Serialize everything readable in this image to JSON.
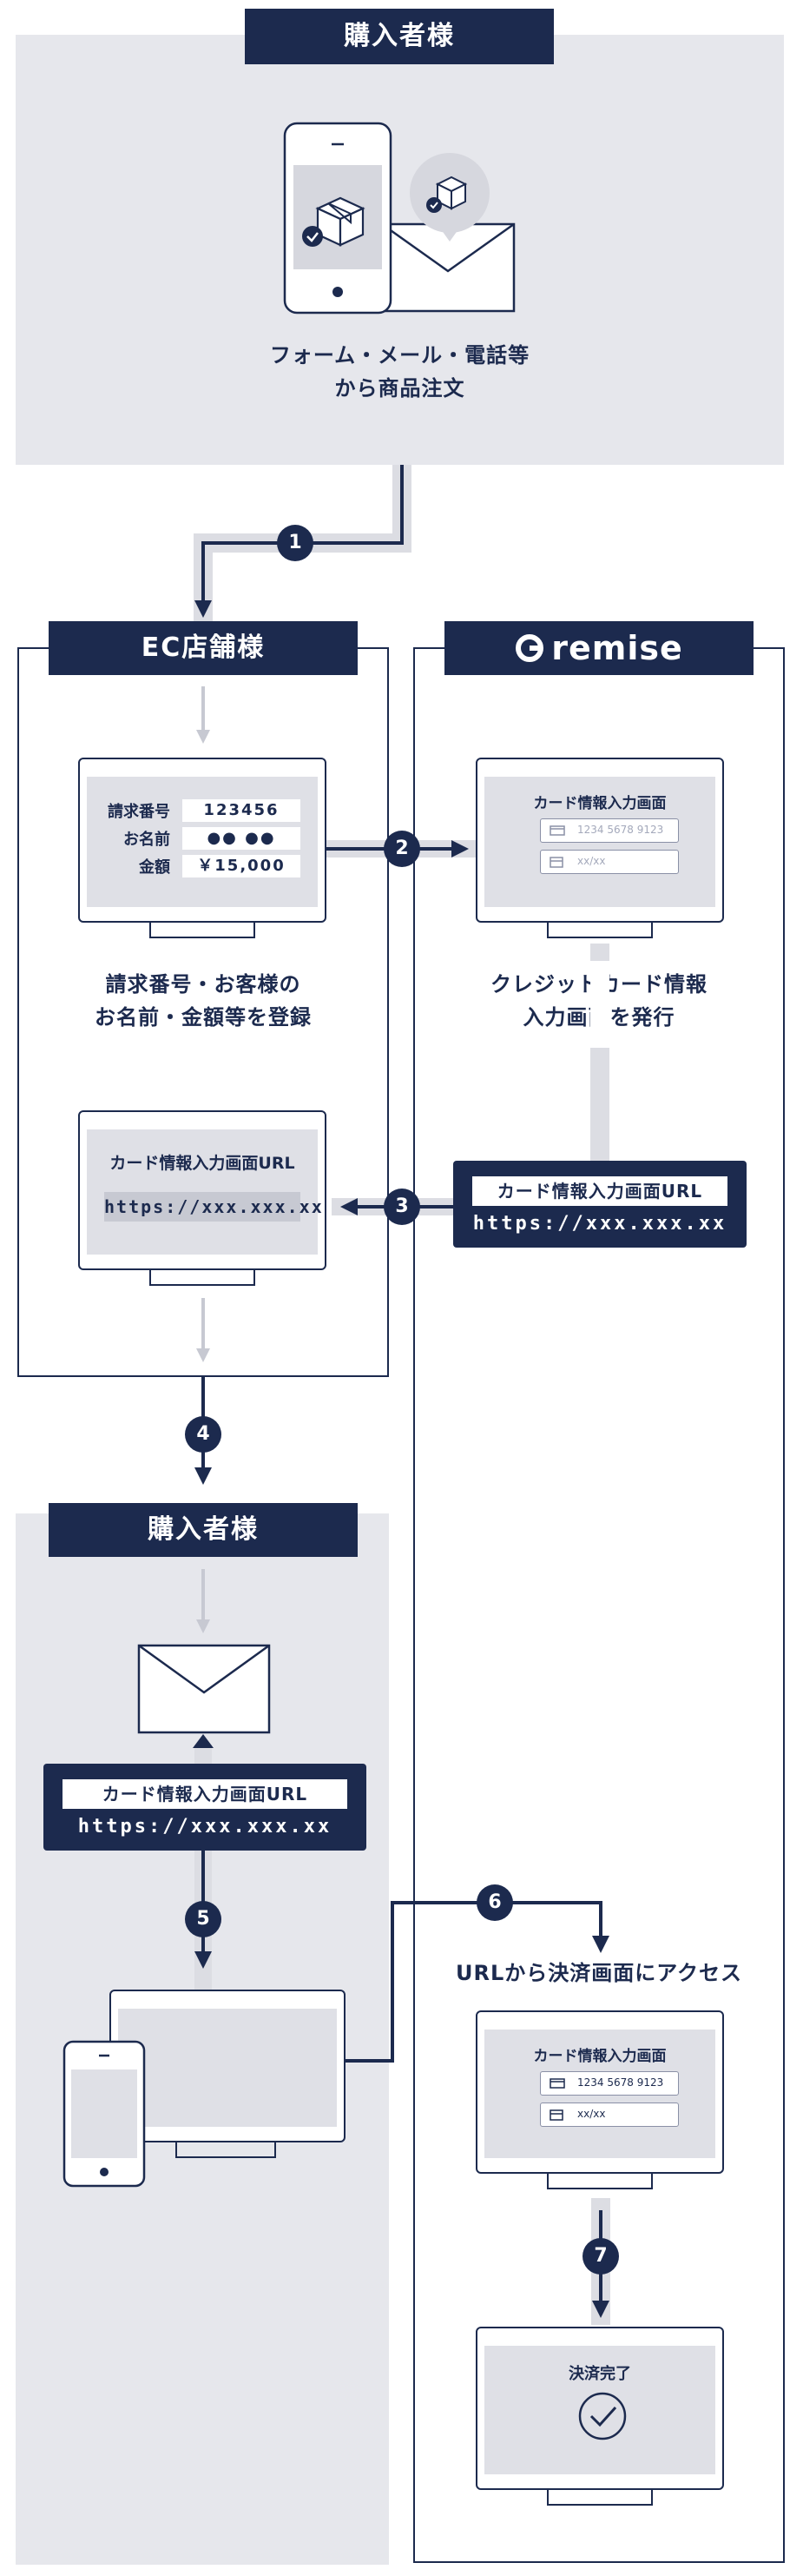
{
  "buyer_top": {
    "label": "購入者様",
    "caption_line1": "フォーム・メール・電話等",
    "caption_line2": "から商品注文"
  },
  "ec_store": {
    "label": "EC店舗様",
    "form": {
      "rows": [
        {
          "key": "請求番号",
          "value": "123456"
        },
        {
          "key": "お名前",
          "value": "●● ●●"
        },
        {
          "key": "金額",
          "value": "￥15,000"
        }
      ]
    },
    "caption_line1": "請求番号・お客様の",
    "caption_line2": "お名前・金額等を登録",
    "url_screen": {
      "title": "カード情報入力画面URL",
      "url": "https://xxx.xxx.xx"
    }
  },
  "remise": {
    "logo_text": "remise",
    "card_screen": {
      "title": "カード情報入力画面",
      "card_number_placeholder": "1234 5678 9123",
      "expiry_placeholder": "xx/xx"
    },
    "caption_line1": "クレジットカード情報",
    "caption_line2": "入力画面を発行",
    "url_panel": {
      "label": "カード情報入力画面URL",
      "url": "https://xxx.xxx.xx"
    }
  },
  "buyer_bottom": {
    "label": "購入者様",
    "url_panel": {
      "label": "カード情報入力画面URL",
      "url": "https://xxx.xxx.xx"
    }
  },
  "access": {
    "caption": "URLから決済画面にアクセス",
    "card_screen": {
      "title": "カード情報入力画面",
      "card_number": "1234 5678 9123",
      "expiry": "xx/xx"
    },
    "complete_screen": {
      "title": "決済完了"
    }
  },
  "steps": [
    "1",
    "2",
    "3",
    "4",
    "5",
    "6",
    "7"
  ],
  "colors": {
    "navy": "#1c2a4e",
    "gray_panel": "#e6e7ec",
    "connector": "#dcdde3"
  },
  "icons": [
    "smartphone-icon",
    "package-icon",
    "check-icon",
    "envelope-icon",
    "monitor-icon",
    "credit-card-icon",
    "calendar-icon",
    "checkmark-circle-icon"
  ]
}
